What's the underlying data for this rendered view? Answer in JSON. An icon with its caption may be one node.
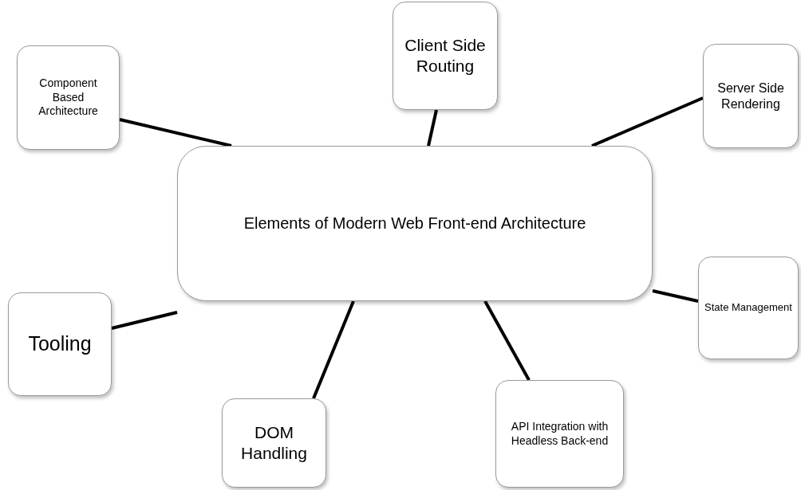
{
  "diagram": {
    "nodes": [
      {
        "text": [
          "Elements of Modern Web Front-end Architecture"
        ]
      },
      {
        "text": [
          "Component Based Architecture"
        ]
      },
      {
        "text": [
          "Client Side Routing"
        ]
      },
      {
        "text": [
          "Server Side Rendering"
        ]
      },
      {
        "text": [
          "State Management"
        ]
      },
      {
        "text": [
          "Tooling"
        ]
      },
      {
        "text": [
          "DOM Handling"
        ]
      },
      {
        "text": [
          "API Integration with Headless Back-end"
        ]
      }
    ],
    "edges": [
      {
        "from": 0,
        "to": 1,
        "arrow": "none"
      },
      {
        "from": 0,
        "to": 2,
        "arrow": "none"
      },
      {
        "from": 0,
        "to": 3,
        "arrow": "none"
      },
      {
        "from": 0,
        "to": 4,
        "arrow": "none"
      },
      {
        "from": 0,
        "to": 5,
        "arrow": "none"
      },
      {
        "from": 0,
        "to": 6,
        "arrow": "none"
      },
      {
        "from": 0,
        "to": 7,
        "arrow": "none"
      }
    ]
  }
}
